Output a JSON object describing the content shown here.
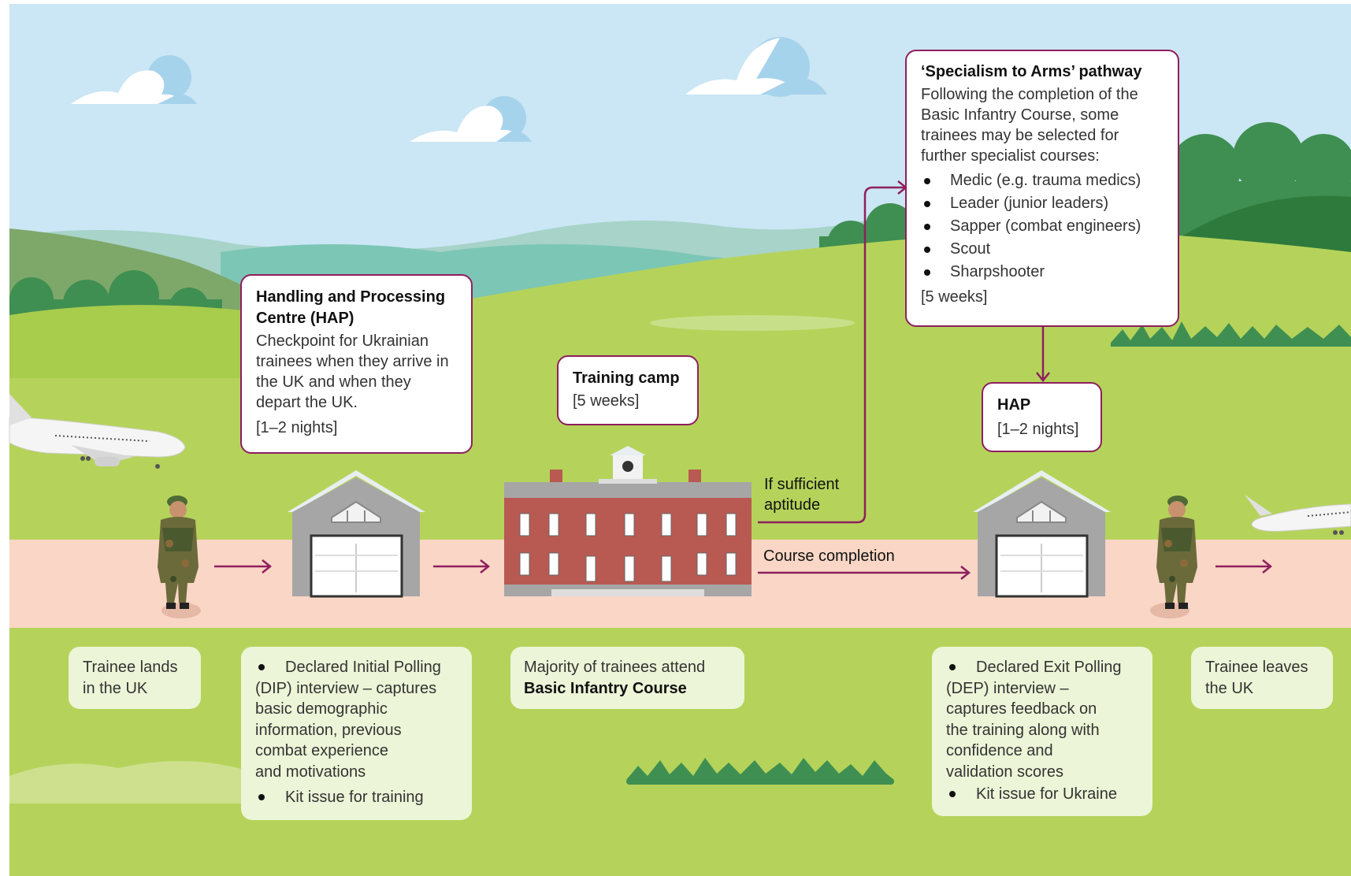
{
  "colors": {
    "sky": "#cbe6f4",
    "grass": "#b5d35a",
    "path": "#f9d6c5",
    "accent": "#8e1f5e",
    "note_bg": "#ecf5d7",
    "brick": "#b85a52",
    "hangar": "#a6a6a6"
  },
  "icons": [
    "cloud-icon",
    "airplane-icon",
    "soldier-icon",
    "hangar-icon",
    "training-building-icon"
  ],
  "boxes": {
    "hap_arrival": {
      "title": "Handling and Processing Centre (HAP)",
      "text": "Checkpoint for Ukrainian trainees when they arrive in the UK and when they depart the UK.",
      "duration": "[1–2 nights]"
    },
    "training_camp": {
      "title": "Training camp",
      "duration": "[5 weeks]"
    },
    "specialism": {
      "title": "‘Specialism to Arms’ pathway",
      "text": "Following the completion of the Basic Infantry Course, some trainees may be selected for further specialist courses:",
      "items": [
        "Medic (e.g. trauma medics)",
        "Leader (junior leaders)",
        "Sapper (combat engineers)",
        "Scout",
        "Sharpshooter"
      ],
      "duration": "[5 weeks]"
    },
    "hap_exit": {
      "title": "HAP",
      "duration": "[1–2 nights]"
    }
  },
  "labels": {
    "aptitude_line1": "If sufficient",
    "aptitude_line2": "aptitude",
    "completion": "Course completion"
  },
  "notes": {
    "land": {
      "line1": "Trainee lands",
      "line2": "in the UK"
    },
    "dip": {
      "items": [
        "Declared Initial Polling",
        "(DIP) interview – captures",
        "basic demographic",
        "information, previous",
        "combat experience",
        "and motivations",
        "Kit issue for training"
      ]
    },
    "basic": {
      "line1": "Majority of trainees attend",
      "line2": "Basic Infantry Course"
    },
    "dep": {
      "items": [
        "Declared Exit Polling",
        "(DEP) interview –",
        "captures feedback on",
        "the training along with",
        "confidence and",
        "validation scores",
        "Kit issue for Ukraine"
      ]
    },
    "leave": {
      "line1": "Trainee leaves",
      "line2": "the UK"
    }
  }
}
